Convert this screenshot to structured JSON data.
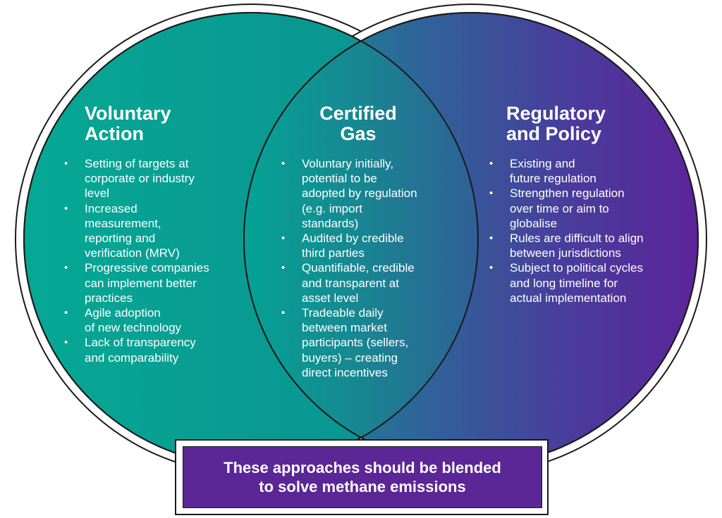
{
  "colors": {
    "teal": "#06a894",
    "teal_dark": "#0b8e90",
    "purple": "#5b2696",
    "outline": "#1a1a1a"
  },
  "left": {
    "title": [
      "Voluntary",
      "Action"
    ],
    "items": [
      [
        "Setting of targets at",
        "corporate or industry",
        "level"
      ],
      [
        "Increased",
        "measurement,",
        "reporting and",
        "verification (MRV)"
      ],
      [
        "Progressive companies",
        "can implement better",
        "practices"
      ],
      [
        "Agile adoption",
        "of new technology"
      ],
      [
        "Lack of transparency",
        "and comparability"
      ]
    ]
  },
  "center": {
    "title": [
      "Certified",
      "Gas"
    ],
    "items": [
      [
        "Voluntary initially,",
        "potential to be",
        "adopted by regulation",
        "(e.g. import",
        "standards)"
      ],
      [
        "Audited by credible",
        "third parties"
      ],
      [
        "Quantifiable, credible",
        "and transparent at",
        "asset level"
      ],
      [
        "Tradeable daily",
        "between market",
        "participants (sellers,",
        "buyers) – creating",
        "direct incentives"
      ]
    ]
  },
  "right": {
    "title": [
      "Regulatory",
      "and Policy"
    ],
    "items": [
      [
        "Existing and",
        "future regulation"
      ],
      [
        "Strengthen regulation",
        "over time or aim to",
        "globalise"
      ],
      [
        "Rules are difficult to align",
        "between jurisdictions"
      ],
      [
        "Subject to political cycles",
        "and long timeline for",
        "actual implementation"
      ]
    ]
  },
  "banner": {
    "lines": [
      "These approaches should be blended",
      "to solve methane emissions"
    ]
  }
}
